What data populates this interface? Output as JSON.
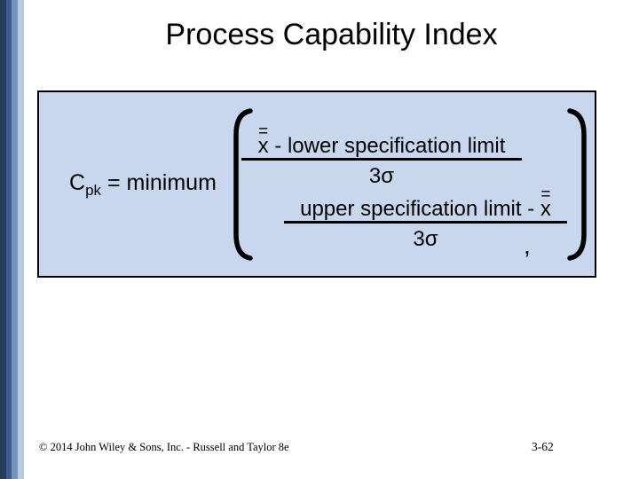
{
  "slide": {
    "title": "Process Capability Index",
    "formula": {
      "variable": "C",
      "subscript": "pk",
      "equals_operator": " = minimum",
      "fraction1": {
        "accent": "=",
        "var": "x",
        "rest": " - lower specification limit",
        "denominator": "3σ"
      },
      "separator": ",",
      "fraction2": {
        "rest": "upper specification limit - ",
        "accent": "=",
        "var": "x",
        "denominator": "3σ"
      }
    },
    "footer": {
      "copyright": "© 2014 John Wiley & Sons, Inc. - Russell and Taylor 8e",
      "slide_number": "3-62"
    },
    "colors": {
      "box_background": "#C8D7EE",
      "box_border": "#000000",
      "text": "#000000",
      "stripe_colors": [
        "#253C5C",
        "#3A5F8E",
        "#7693BE",
        "#B9CADF"
      ]
    }
  }
}
